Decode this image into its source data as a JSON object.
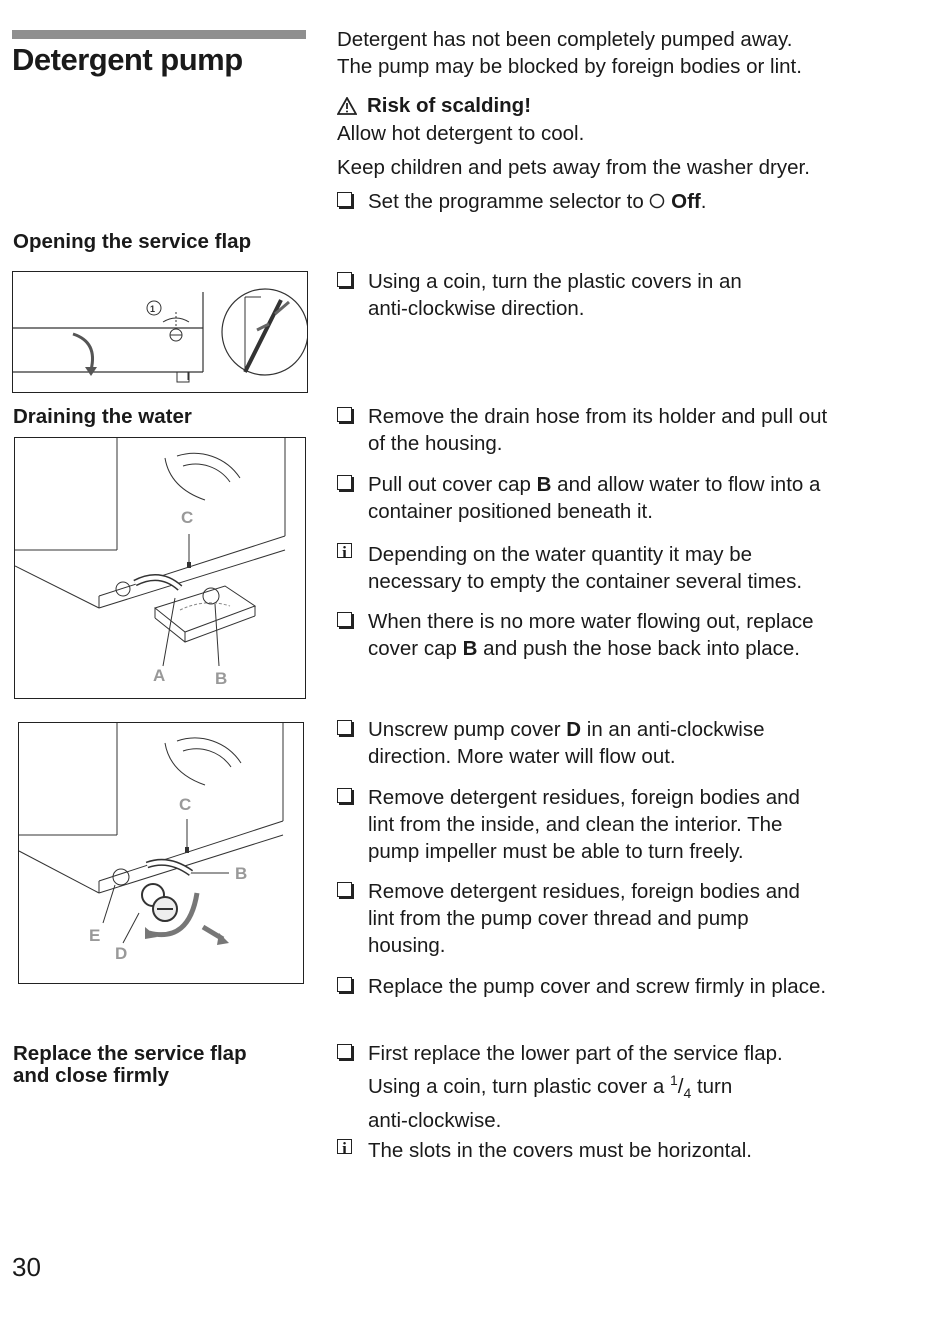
{
  "page": {
    "title": "Detergent pump",
    "page_number": "30"
  },
  "intro": {
    "line1": "Detergent has not been completely pumped away.",
    "line2": "The pump may be blocked by foreign bodies or lint.",
    "warning_title": "Risk of scalding!",
    "warning_line1": "Allow hot detergent to cool.",
    "warning_line2": "Keep children and pets away from the washer dryer.",
    "step_prefix": "Set the programme selector to",
    "step_bold": "Off",
    "step_suffix": "."
  },
  "sections": {
    "opening": {
      "heading": "Opening the service flap",
      "step1_line1": "Using a coin, turn the plastic covers in an",
      "step1_line2": "anti-clockwise direction."
    },
    "draining": {
      "heading": "Draining the water",
      "step1_line1": "Remove the drain hose from its holder and pull out",
      "step1_line2": "of the housing.",
      "step2_pre": "Pull out cover cap",
      "step2_bold": "B",
      "step2_post": "and allow water to flow into a",
      "step2_line2": "container positioned beneath it.",
      "info_line1": "Depending on the water quantity it may be",
      "info_line2": "necessary to empty the container several times.",
      "step3_line1": "When there is no more water flowing out, replace",
      "step3_pre": "cover cap",
      "step3_bold": "B",
      "step3_post": "and  push the hose back into place.",
      "label_c": "C",
      "label_a": "A",
      "label_b": "B"
    },
    "pump": {
      "step1_pre": "Unscrew pump cover",
      "step1_bold": "D",
      "step1_post": "in an anti-clockwise",
      "step1_line2": "direction. More water will flow out.",
      "step2_line1": "Remove detergent residues, foreign bodies and",
      "step2_line2": "lint from the inside, and clean the interior. The",
      "step2_line3": "pump impeller must be able to turn freely.",
      "step3_line1": "Remove detergent residues, foreign bodies and",
      "step3_line2": "lint from the pump cover thread and pump",
      "step3_line3": "housing.",
      "step4_line1": "Replace the pump cover and screw firmly in place.",
      "label_c": "C",
      "label_b": "B",
      "label_e": "E",
      "label_d": "D"
    },
    "replace": {
      "heading_line1": "Replace the service flap",
      "heading_line2": "and close firmly",
      "step1_line1": "First replace the lower part of the service flap.",
      "step1_pre": "Using a coin, turn plastic cover a",
      "step1_frac_num": "1",
      "step1_frac_den": "4",
      "step1_post": "turn",
      "step1_line3": "anti-clockwise.",
      "info_line1": "The slots in the covers must be horizontal."
    }
  },
  "icons": {
    "checkbox": "checkbox-icon",
    "info": "info-icon",
    "warning": "warning-triangle-icon",
    "off_circle": "off-circle-icon"
  }
}
